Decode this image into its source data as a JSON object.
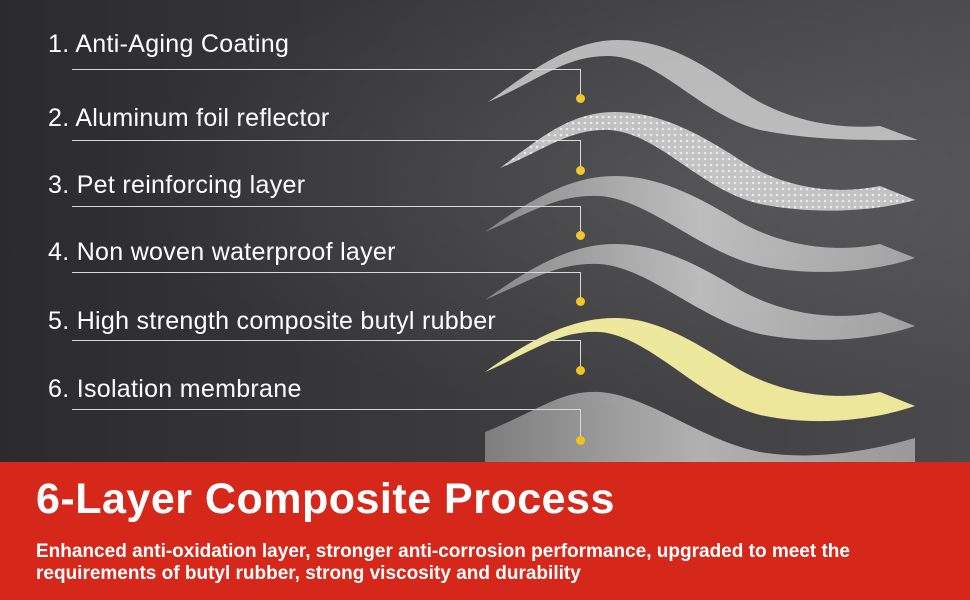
{
  "layers": [
    {
      "label": "1. Anti-Aging Coating"
    },
    {
      "label": "2. Aluminum foil reflector"
    },
    {
      "label": "3. Pet reinforcing layer"
    },
    {
      "label": "4. Non woven waterproof layer"
    },
    {
      "label": "5. High strength composite butyl rubber"
    },
    {
      "label": "6. Isolation membrane"
    }
  ],
  "banner": {
    "title": "6-Layer Composite Process",
    "description": "Enhanced anti-oxidation layer, stronger anti-corrosion performance, upgraded to meet the requirements of butyl rubber, strong viscosity and durability"
  },
  "colors": {
    "background": "#3a3a3c",
    "banner": "#d6271b",
    "marker_dot": "#f1c21b",
    "butyl_layer": "#ece79a",
    "foil_layer": "#c9c9c9",
    "text": "#ffffff"
  }
}
